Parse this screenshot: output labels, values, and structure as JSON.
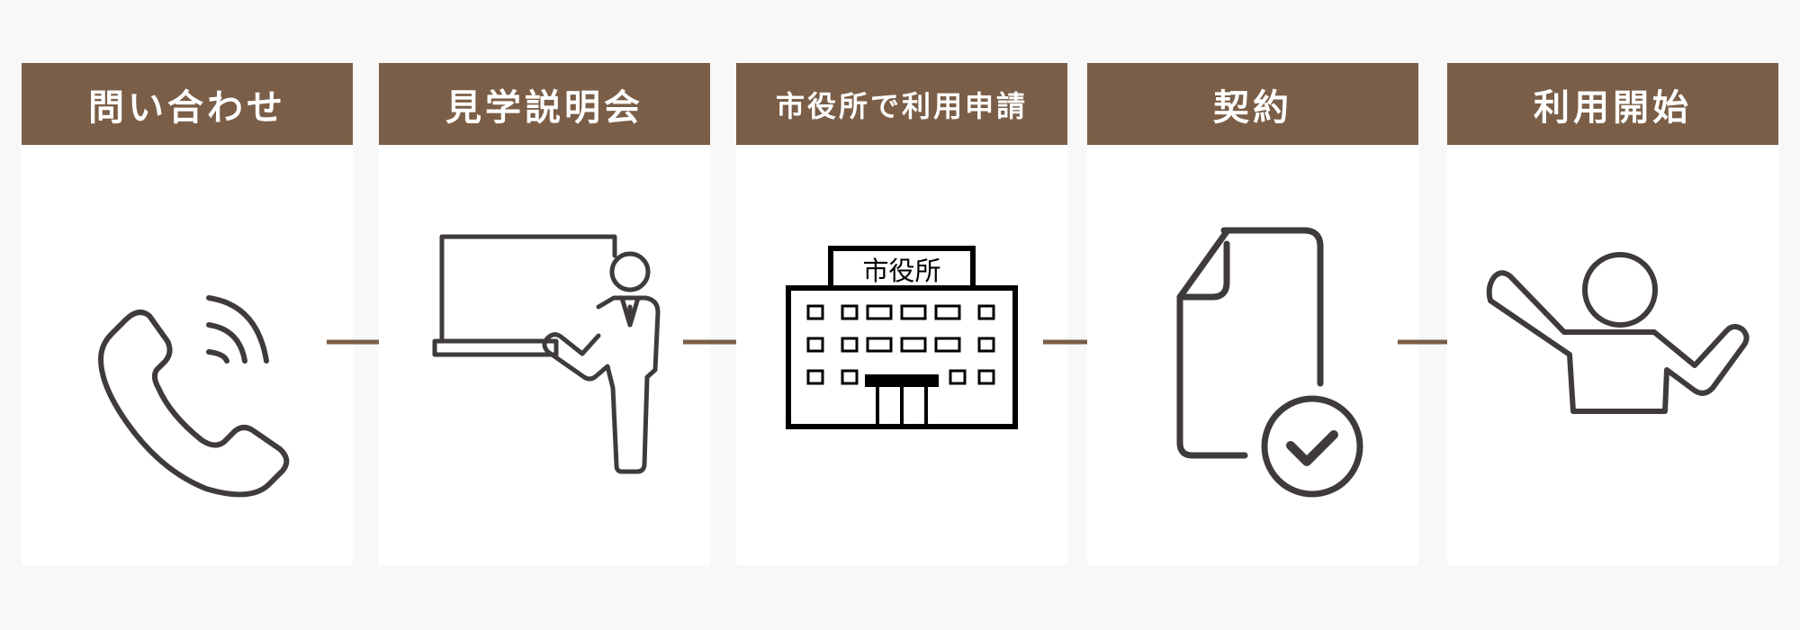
{
  "steps": [
    {
      "label": "問い合わせ",
      "icon": "phone-icon"
    },
    {
      "label": "見学説明会",
      "icon": "presenter-icon"
    },
    {
      "label": "市役所で利用申請",
      "icon": "city-hall-icon",
      "sign": "市役所"
    },
    {
      "label": "契約",
      "icon": "document-check-icon"
    },
    {
      "label": "利用開始",
      "icon": "raised-hand-person-icon"
    }
  ],
  "colors": {
    "header": "#7b5e47",
    "arrow": "#7b5e47",
    "icon_stroke": "#3f3b3c",
    "background": "#f8f8f8",
    "panel": "#ffffff"
  }
}
